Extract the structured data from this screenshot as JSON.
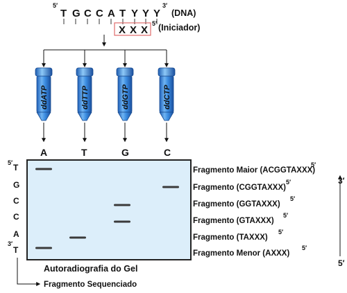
{
  "dna": {
    "five_prime": "5′",
    "three_prime": "3′",
    "bases": [
      "T",
      "G",
      "C",
      "C",
      "A",
      "T",
      "Y",
      "Y",
      "Y"
    ],
    "label": "(DNA)"
  },
  "primer": {
    "bases": [
      "X",
      "X",
      "X"
    ],
    "five_prime": "5′",
    "label": "(Iniciador)"
  },
  "tubes": [
    {
      "label": "ddATP",
      "lane": "A"
    },
    {
      "label": "ddTTP",
      "lane": "T"
    },
    {
      "label": "ddGTP",
      "lane": "G"
    },
    {
      "label": "ddCTP",
      "lane": "C"
    }
  ],
  "gel": {
    "row_labels": [
      "T",
      "G",
      "C",
      "C",
      "A",
      "T"
    ],
    "top_row_prime": "5′",
    "bottom_row_prime": "3′",
    "bands": [
      {
        "lane": "A",
        "row": 0
      },
      {
        "lane": "C",
        "row": 1
      },
      {
        "lane": "G",
        "row": 2
      },
      {
        "lane": "G",
        "row": 3
      },
      {
        "lane": "T",
        "row": 4
      },
      {
        "lane": "A",
        "row": 5
      }
    ],
    "caption": "Autoradiografia do Gel",
    "colors": {
      "background": "#dceefa",
      "border": "#222222",
      "band": "#3a3a3a"
    }
  },
  "fragments": [
    {
      "text": "Fragmento Maior (ACGGTAXXX)",
      "prime": "5′"
    },
    {
      "text": "Fragmento (CGGTAXXX)",
      "prime": "5′"
    },
    {
      "text": "Fragmento (GGTAXXX)",
      "prime": "5′"
    },
    {
      "text": "Fragmento (GTAXXX)",
      "prime": "5′"
    },
    {
      "text": "Fragmento (TAXXX)",
      "prime": "5′"
    },
    {
      "text": "Fragmento Menor (AXXX)",
      "prime": "5′"
    }
  ],
  "direction_arrow": {
    "top": "3′",
    "bottom": "5′"
  },
  "sequenced_label": "Fragmento Sequenciado",
  "colors": {
    "primer_box": "#e06b6b",
    "tube_blue": "#2f7fd8"
  }
}
